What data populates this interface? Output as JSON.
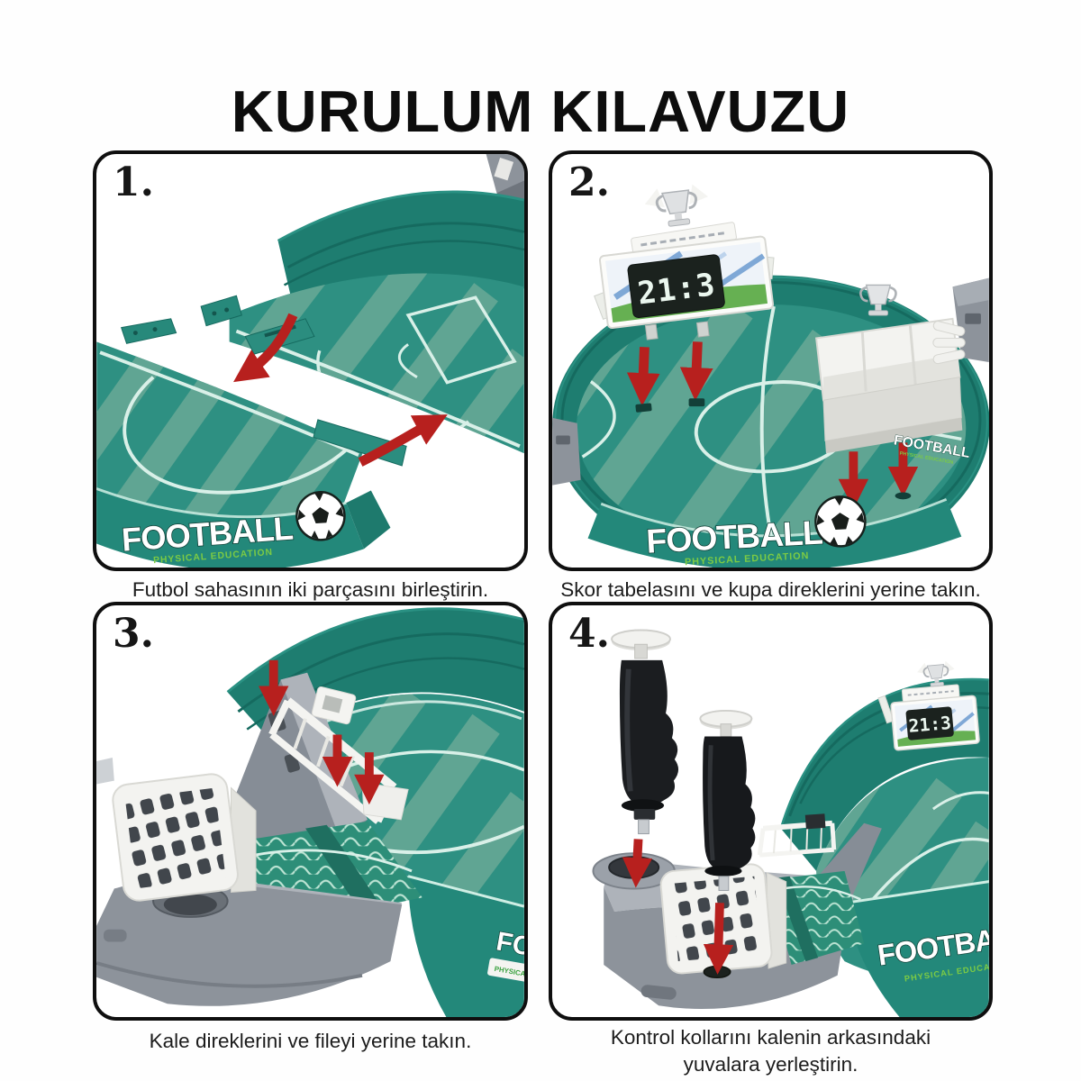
{
  "title": "KURULUM KILAVUZU",
  "steps": [
    {
      "number": "1.",
      "caption": "Futbol sahasının iki parçasını birleştirin."
    },
    {
      "number": "2.",
      "caption": "Skor tabelasını ve kupa direklerini yerine takın."
    },
    {
      "number": "3.",
      "caption": "Kale direklerini ve fileyi yerine takın."
    },
    {
      "number": "4.",
      "caption": "Kontrol kollarını kalenin arkasındaki yuvalara yerleştirin."
    }
  ],
  "branding": {
    "logo_text": "FOOTBALL",
    "logo_subtext": "PHYSICAL EDUCATION"
  },
  "scoreboard": {
    "score": "21:3"
  },
  "colors": {
    "field_dark": "#2e9082",
    "field_light": "#60a593",
    "wall": "#1e7d70",
    "wall_ridge": "#156a5f",
    "wall_front": "#23887a",
    "field_line": "#d9f0e8",
    "arrow_red": "#b7201e",
    "base_gray": "#8d939b",
    "base_gray_light": "#aeb3ba",
    "handle_black": "#1b1d20",
    "display_bg": "#1b221e",
    "display_digits": "#ebf7ef",
    "logo_green": "#7ccb44"
  }
}
